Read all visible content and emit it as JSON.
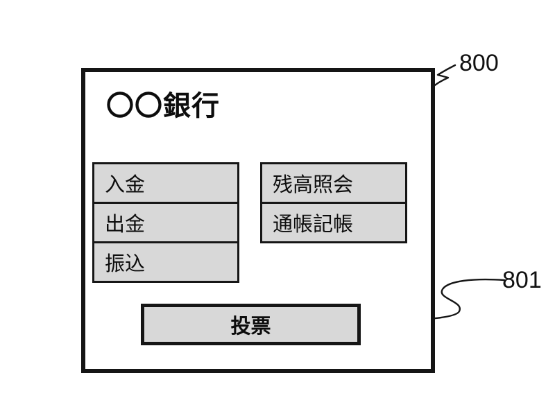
{
  "figure": {
    "device": {
      "title": "〇〇銀行",
      "left_buttons": [
        {
          "label": "入金"
        },
        {
          "label": "出金"
        },
        {
          "label": "振込"
        }
      ],
      "right_buttons": [
        {
          "label": "残高照会"
        },
        {
          "label": "通帳記帳"
        }
      ],
      "vote_button": {
        "label": "投票"
      }
    },
    "callouts": {
      "device_ref": "800",
      "vote_ref": "801"
    },
    "colors": {
      "button_fill": "#d8d8d8",
      "line_color": "#161616",
      "background": "#ffffff",
      "text_color": "#0d0d0d"
    }
  }
}
